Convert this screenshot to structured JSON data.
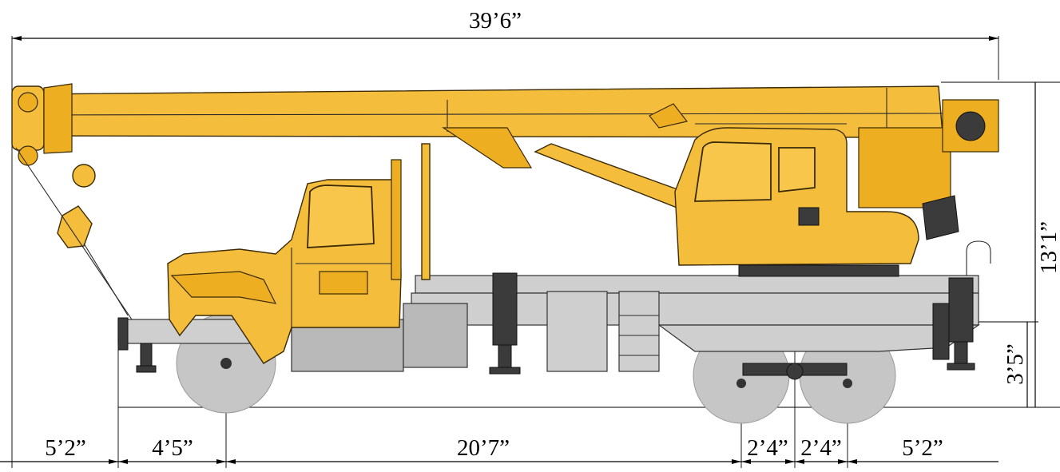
{
  "dimensions": {
    "overall_length": "39’6”",
    "overall_height": "13’1”",
    "frame_height": "3’5”",
    "front_overhang": "5’2”",
    "front_axle_offset": "4’5”",
    "wheelbase": "20’7”",
    "tandem_half_front": "2’4”",
    "tandem_half_rear": "2’4”",
    "rear_overhang": "5’2”"
  },
  "colors": {
    "body_yellow": "#f5bd3c",
    "chassis_grey": "#cfcfcf",
    "tyre_grey": "#c6c6c6",
    "line": "#000000"
  }
}
